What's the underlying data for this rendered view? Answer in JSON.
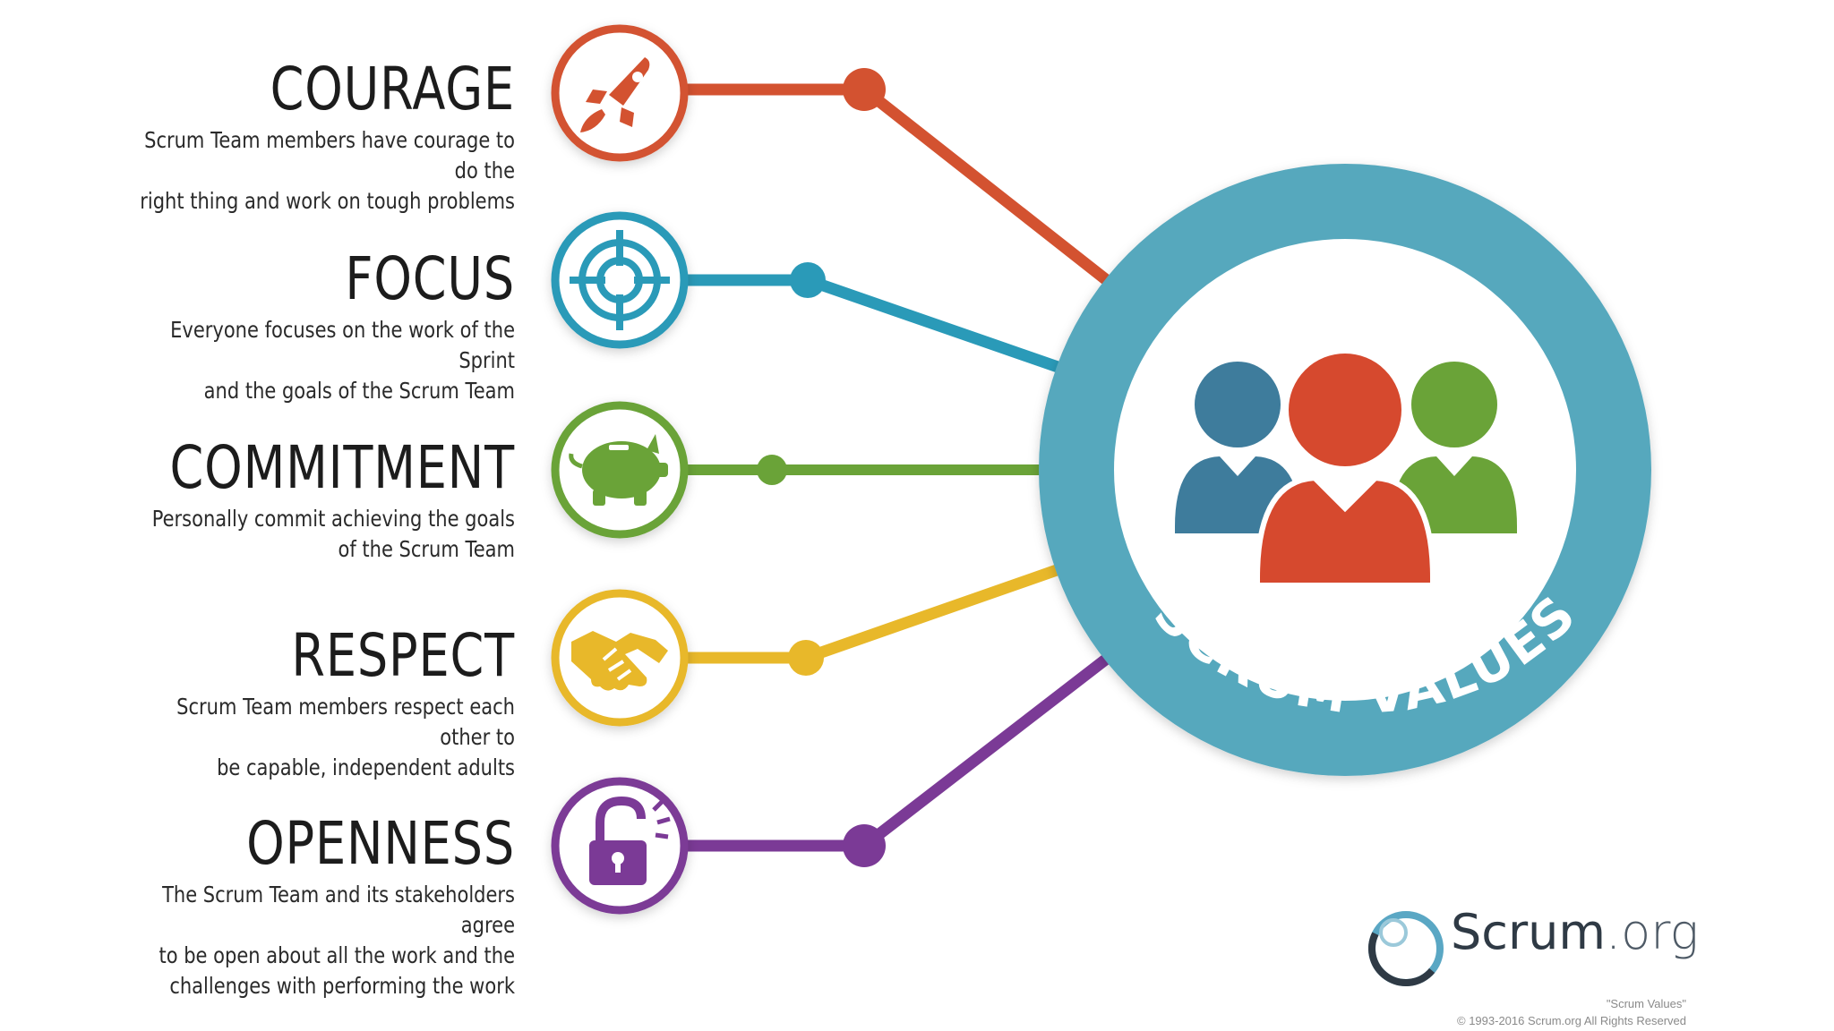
{
  "values": [
    {
      "key": "courage",
      "name": "COURAGE",
      "description": "Scrum Team members have courage to do the\nright thing and work on tough problems",
      "color": "#d35230",
      "icon": "rocket-icon"
    },
    {
      "key": "focus",
      "name": "FOCUS",
      "description": "Everyone focuses on the work of the Sprint\nand the goals of the Scrum Team",
      "color": "#2a9ab8",
      "icon": "target-icon"
    },
    {
      "key": "commitment",
      "name": "COMMITMENT",
      "description": "Personally commit achieving the goals\nof the Scrum Team",
      "color": "#6aa338",
      "icon": "piggy-bank-icon"
    },
    {
      "key": "respect",
      "name": "RESPECT",
      "description": "Scrum Team members respect each other to\nbe capable, independent adults",
      "color": "#e8b82a",
      "icon": "handshake-icon"
    },
    {
      "key": "openness",
      "name": "OPENNESS",
      "description": "The Scrum Team and its stakeholders agree\nto be open about all the work and the\nchallenges with performing the work",
      "color": "#7b3a96",
      "icon": "open-lock-icon"
    }
  ],
  "center": {
    "label": "SCRUM VALUES",
    "ring_color": "#56a8bd",
    "people_colors": {
      "left": "#3e7c9c",
      "center": "#d6492e",
      "right": "#6aa338"
    },
    "icon": "team-people-icon"
  },
  "brand": {
    "name": "Scrum",
    "tld": ".org",
    "logo_icon": "scrum-org-logo-icon"
  },
  "footnote": {
    "line1": "\"Scrum Values\"",
    "line2": "© 1993-2016 Scrum.org All Rights Reserved"
  }
}
